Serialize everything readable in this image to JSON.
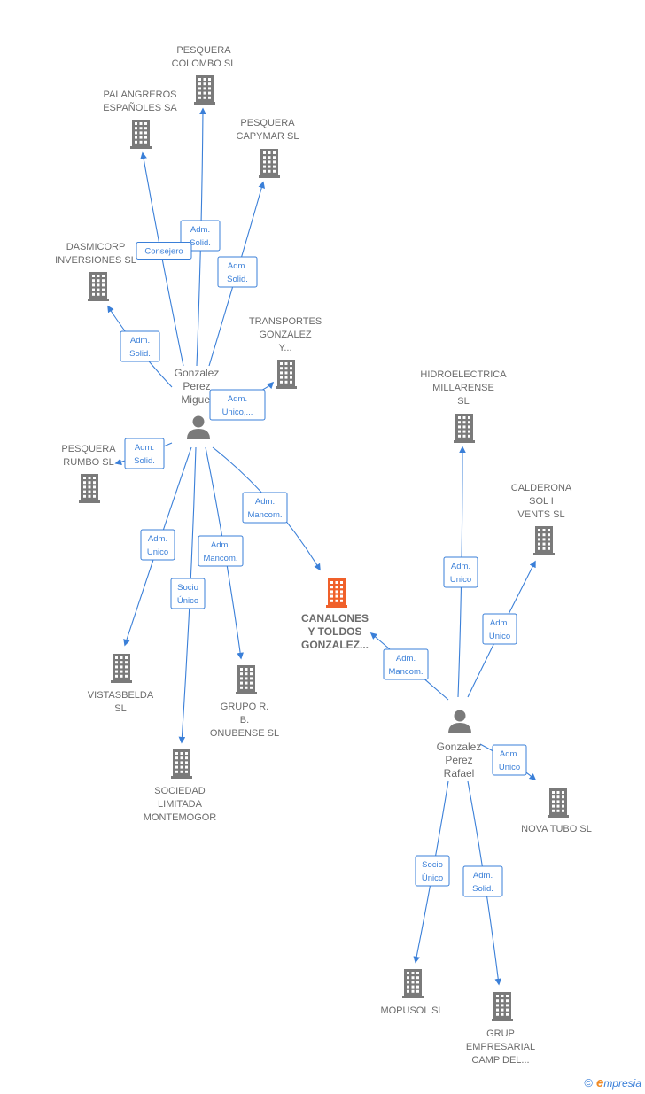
{
  "colors": {
    "edge": "#3a7fd8",
    "building": "#7a7a7a",
    "focus_building": "#f0602a",
    "label": "#6b6b6b"
  },
  "persons": [
    {
      "id": "miguel",
      "lines": [
        "Gonzalez",
        "Perez",
        "Miguel"
      ],
      "icon": "person-icon"
    },
    {
      "id": "rafael",
      "lines": [
        "Gonzalez",
        "Perez",
        "Rafael"
      ],
      "icon": "person-icon"
    }
  ],
  "companies": [
    {
      "id": "colombo",
      "lines": [
        "PESQUERA",
        "COLOMBO  SL"
      ],
      "icon": "building-icon"
    },
    {
      "id": "palangreros",
      "lines": [
        "PALANGREROS",
        "ESPAÑOLES SA"
      ],
      "icon": "building-icon"
    },
    {
      "id": "capymar",
      "lines": [
        "PESQUERA",
        "CAPYMAR  SL"
      ],
      "icon": "building-icon"
    },
    {
      "id": "dasmicorp",
      "lines": [
        "DASMICORP",
        "INVERSIONES SL"
      ],
      "icon": "building-icon"
    },
    {
      "id": "transportes",
      "lines": [
        "TRANSPORTES",
        "GONZALEZ",
        "Y..."
      ],
      "icon": "building-icon"
    },
    {
      "id": "rumbo",
      "lines": [
        "PESQUERA",
        "RUMBO SL"
      ],
      "icon": "building-icon"
    },
    {
      "id": "canalones",
      "lines": [
        "CANALONES",
        "Y TOLDOS",
        "GONZALEZ..."
      ],
      "icon": "building-icon",
      "focus": true
    },
    {
      "id": "vistasbelda",
      "lines": [
        "VISTASBELDA",
        "SL"
      ],
      "icon": "building-icon"
    },
    {
      "id": "onubense",
      "lines": [
        "GRUPO R.",
        "B.",
        "ONUBENSE SL"
      ],
      "icon": "building-icon"
    },
    {
      "id": "montemogor",
      "lines": [
        "SOCIEDAD",
        "LIMITADA",
        "MONTEMOGOR"
      ],
      "icon": "building-icon"
    },
    {
      "id": "hidroelectrica",
      "lines": [
        "HIDROELECTRICA",
        "MILLARENSE",
        "SL"
      ],
      "icon": "building-icon"
    },
    {
      "id": "calderona",
      "lines": [
        "CALDERONA",
        "SOL I",
        "VENTS  SL"
      ],
      "icon": "building-icon"
    },
    {
      "id": "novatubo",
      "lines": [
        "NOVA TUBO SL"
      ],
      "icon": "building-icon"
    },
    {
      "id": "mopusol",
      "lines": [
        "MOPUSOL  SL"
      ],
      "icon": "building-icon"
    },
    {
      "id": "grup",
      "lines": [
        "GRUP",
        "EMPRESARIAL",
        "CAMP DEL..."
      ],
      "icon": "building-icon"
    }
  ],
  "edges": [
    {
      "from": "miguel",
      "to": "colombo",
      "label": [
        "Adm.",
        "Solid."
      ]
    },
    {
      "from": "miguel",
      "to": "palangreros",
      "label": [
        "Consejero"
      ]
    },
    {
      "from": "miguel",
      "to": "capymar",
      "label": [
        "Adm.",
        "Solid."
      ]
    },
    {
      "from": "miguel",
      "to": "dasmicorp",
      "label": [
        "Adm.",
        "Solid."
      ]
    },
    {
      "from": "miguel",
      "to": "transportes",
      "label": [
        "Adm.",
        "Unico,..."
      ]
    },
    {
      "from": "miguel",
      "to": "rumbo",
      "label": [
        "Adm.",
        "Solid."
      ]
    },
    {
      "from": "miguel",
      "to": "canalones",
      "label": [
        "Adm.",
        "Mancom."
      ]
    },
    {
      "from": "miguel",
      "to": "vistasbelda",
      "label": [
        "Adm.",
        "Unico"
      ]
    },
    {
      "from": "miguel",
      "to": "onubense",
      "label": [
        "Adm.",
        "Mancom."
      ]
    },
    {
      "from": "miguel",
      "to": "montemogor",
      "label": [
        "Socio",
        "Único"
      ]
    },
    {
      "from": "rafael",
      "to": "canalones",
      "label": [
        "Adm.",
        "Mancom."
      ]
    },
    {
      "from": "rafael",
      "to": "hidroelectrica",
      "label": [
        "Adm.",
        "Unico"
      ]
    },
    {
      "from": "rafael",
      "to": "calderona",
      "label": [
        "Adm.",
        "Unico"
      ]
    },
    {
      "from": "rafael",
      "to": "novatubo",
      "label": [
        "Adm.",
        "Unico"
      ]
    },
    {
      "from": "rafael",
      "to": "mopusol",
      "label": [
        "Socio",
        "Único"
      ]
    },
    {
      "from": "rafael",
      "to": "grup",
      "label": [
        "Adm.",
        "Solid."
      ]
    }
  ],
  "footer": {
    "copyright": "©",
    "brand_initial": "e",
    "brand_rest": "mpresia"
  }
}
